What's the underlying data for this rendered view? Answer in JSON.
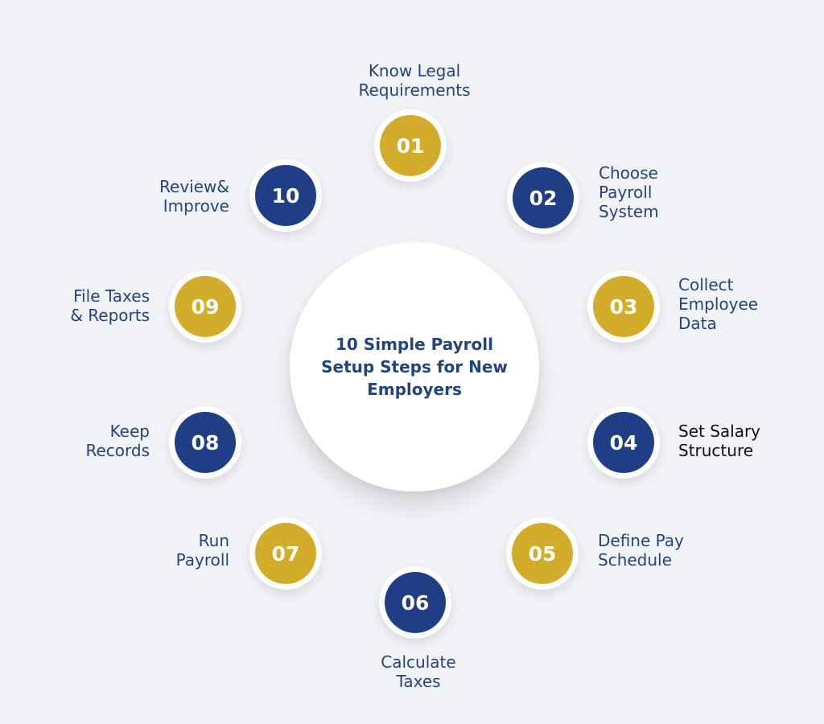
{
  "title": "10 Simple Payroll Setup Steps for New Employers",
  "colors": {
    "background": "#f1f3f6",
    "gold": "#d4ac2b",
    "navy": "#1f3e85",
    "text": "#23447f"
  },
  "steps": [
    {
      "number": "01",
      "label": "Know Legal\nRequirements",
      "color": "gold"
    },
    {
      "number": "02",
      "label": "Choose\nPayroll\nSystem",
      "color": "navy"
    },
    {
      "number": "03",
      "label": "Collect\nEmployee\nData",
      "color": "gold"
    },
    {
      "number": "04",
      "label": "Set Salary\nStructure",
      "color": "navy"
    },
    {
      "number": "05",
      "label": "Define Pay\nSchedule",
      "color": "gold"
    },
    {
      "number": "06",
      "label": "Calculate\nTaxes",
      "color": "navy"
    },
    {
      "number": "07",
      "label": "Run\nPayroll",
      "color": "gold"
    },
    {
      "number": "08",
      "label": "Keep\nRecords",
      "color": "navy"
    },
    {
      "number": "09",
      "label": "File Taxes\n& Reports",
      "color": "gold"
    },
    {
      "number": "10",
      "label": "Review&\nImprove",
      "color": "navy"
    }
  ]
}
